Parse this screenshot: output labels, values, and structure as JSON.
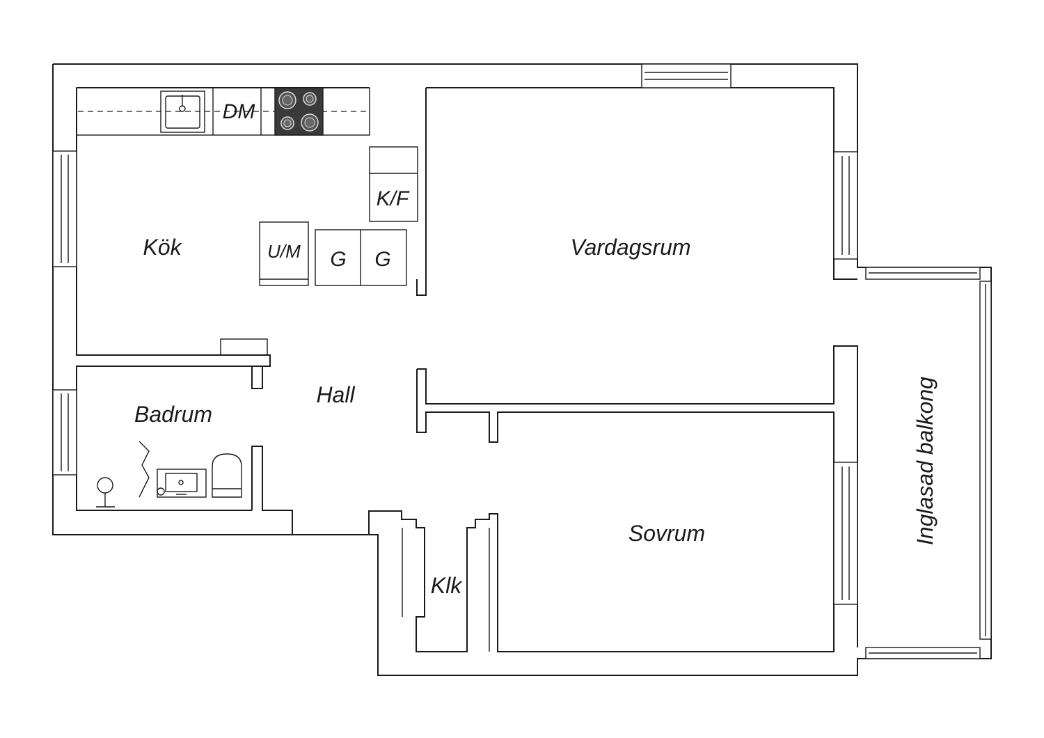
{
  "rooms": {
    "kitchen": "Kök",
    "living": "Vardagsrum",
    "hall": "Hall",
    "bathroom": "Badrum",
    "bedroom": "Sovrum",
    "closet": "Klk",
    "balcony": "Inglasad balkong"
  },
  "appliances": {
    "dishwasher": "DM",
    "fridge_freezer": "K/F",
    "oven_microwave": "U/M",
    "cabinet_1": "G",
    "cabinet_2": "G"
  },
  "icons": [
    "sink-icon",
    "stove-icon",
    "washbasin-icon",
    "toilet-icon",
    "shower-icon"
  ]
}
